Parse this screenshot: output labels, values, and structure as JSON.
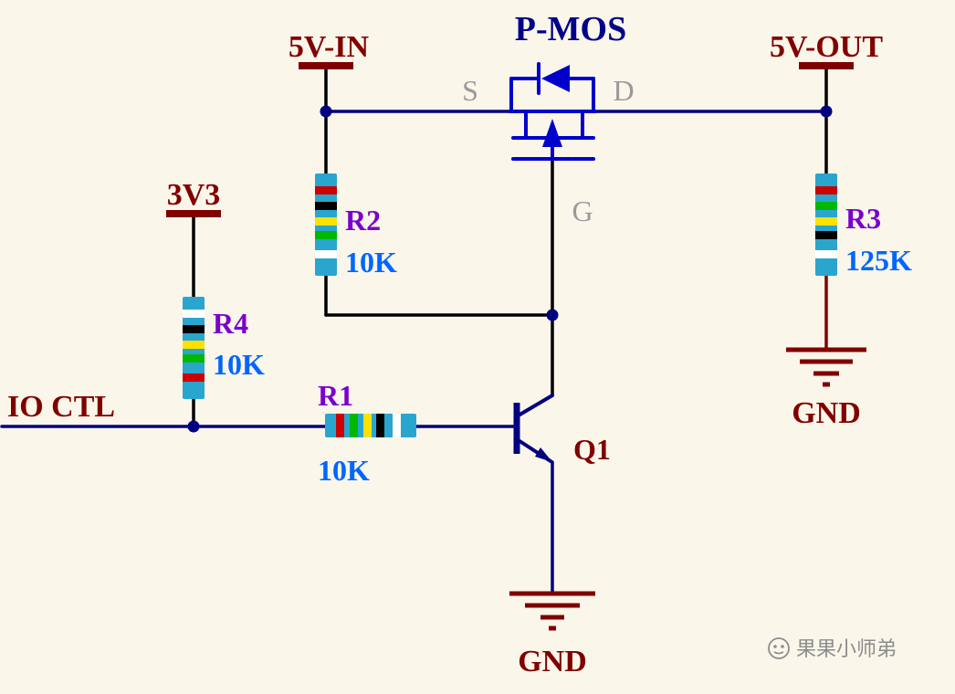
{
  "colors": {
    "background": "#FBF6EA",
    "wire": "#000080",
    "black_wire": "#000000",
    "power": "#800000",
    "symbol_blue": "#0000CC",
    "pmos_label": "#00008B",
    "refdes": "#7A00CC",
    "value": "#0066FF",
    "pin_label": "#999999",
    "resistor_body": "#2AA5CE",
    "watermark": "#8C8C8C"
  },
  "labels": {
    "vin": "5V-IN",
    "vout": "5V-OUT",
    "v33": "3V3",
    "io_ctl": "IO  CTL",
    "pmos": "P-MOS",
    "gnd_bottom": "GND",
    "gnd_right": "GND",
    "q1": "Q1",
    "pin_s": "S",
    "pin_d": "D",
    "pin_g": "G"
  },
  "resistors": {
    "r2": {
      "ref": "R2",
      "value": "10K",
      "bands": [
        "#CC0000",
        "#000000",
        "#FFE100",
        "#00B800",
        "#FFFFFF"
      ]
    },
    "r4": {
      "ref": "R4",
      "value": "10K",
      "bands": [
        "#FFFFFF",
        "#000000",
        "#FFE100",
        "#00B800",
        "#CC0000"
      ]
    },
    "r1": {
      "ref": "R1",
      "value": "10K",
      "bands": [
        "#CC0000",
        "#00B800",
        "#FFE100",
        "#000000",
        "#FFFFFF"
      ]
    },
    "r3": {
      "ref": "R3",
      "value": "125K",
      "bands": [
        "#CC0000",
        "#00B800",
        "#FFE100",
        "#000000",
        "#FFFFFF"
      ]
    }
  },
  "watermark": {
    "text": "果果小师弟"
  }
}
